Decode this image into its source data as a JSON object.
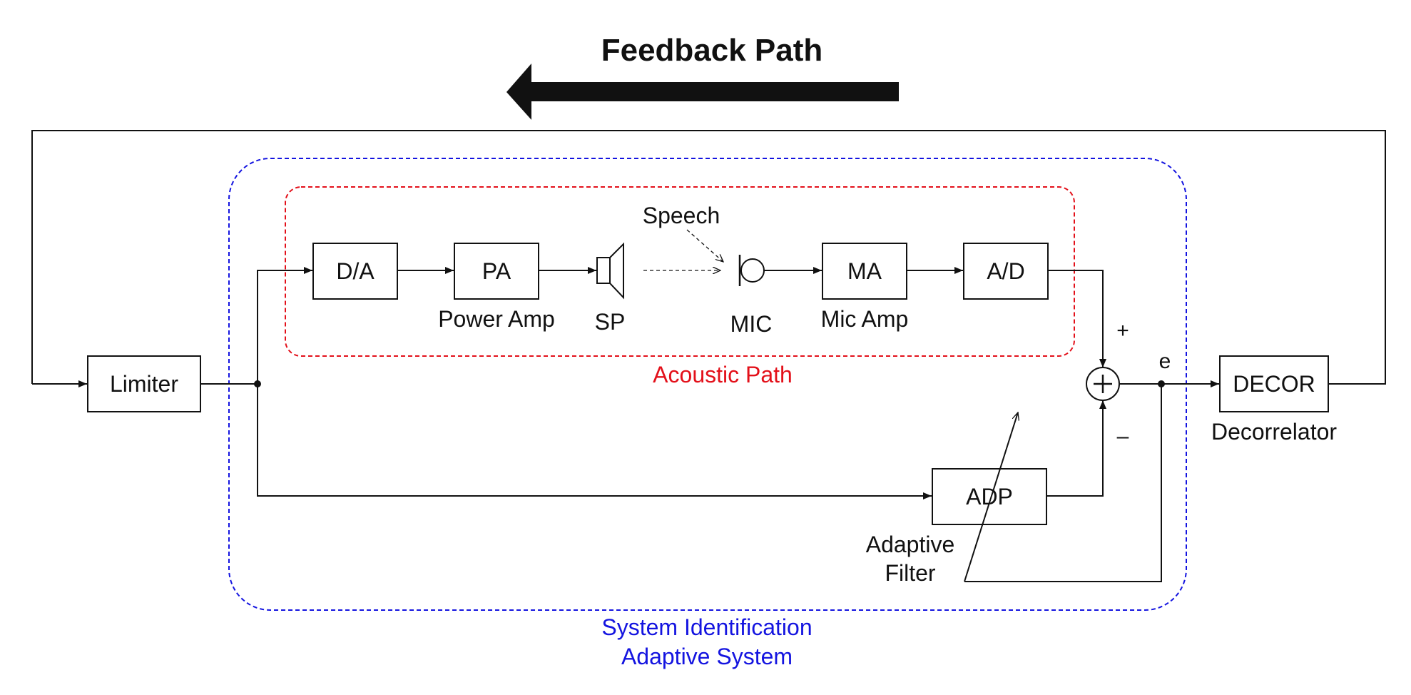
{
  "title": "Feedback Path",
  "colors": {
    "acoustic": "#e3101a",
    "system": "#1414e0",
    "ink": "#111111"
  },
  "blocks": {
    "limiter": "Limiter",
    "da": "D/A",
    "pa": "PA",
    "ma": "MA",
    "ad": "A/D",
    "adp": "ADP",
    "decor": "DECOR"
  },
  "labels": {
    "power_amp": "Power Amp",
    "sp": "SP",
    "speech": "Speech",
    "mic": "MIC",
    "mic_amp": "Mic Amp",
    "acoustic_path": "Acoustic Path",
    "plus": "+",
    "minus": "–",
    "e": "e",
    "decorrelator": "Decorrelator",
    "adaptive_filter_1": "Adaptive",
    "adaptive_filter_2": "Filter",
    "system_id_1": "System Identification",
    "system_id_2": "Adaptive System"
  },
  "icons": {
    "speaker": "speaker-icon",
    "microphone": "microphone-icon",
    "summing_junction": "summing-junction-icon"
  }
}
